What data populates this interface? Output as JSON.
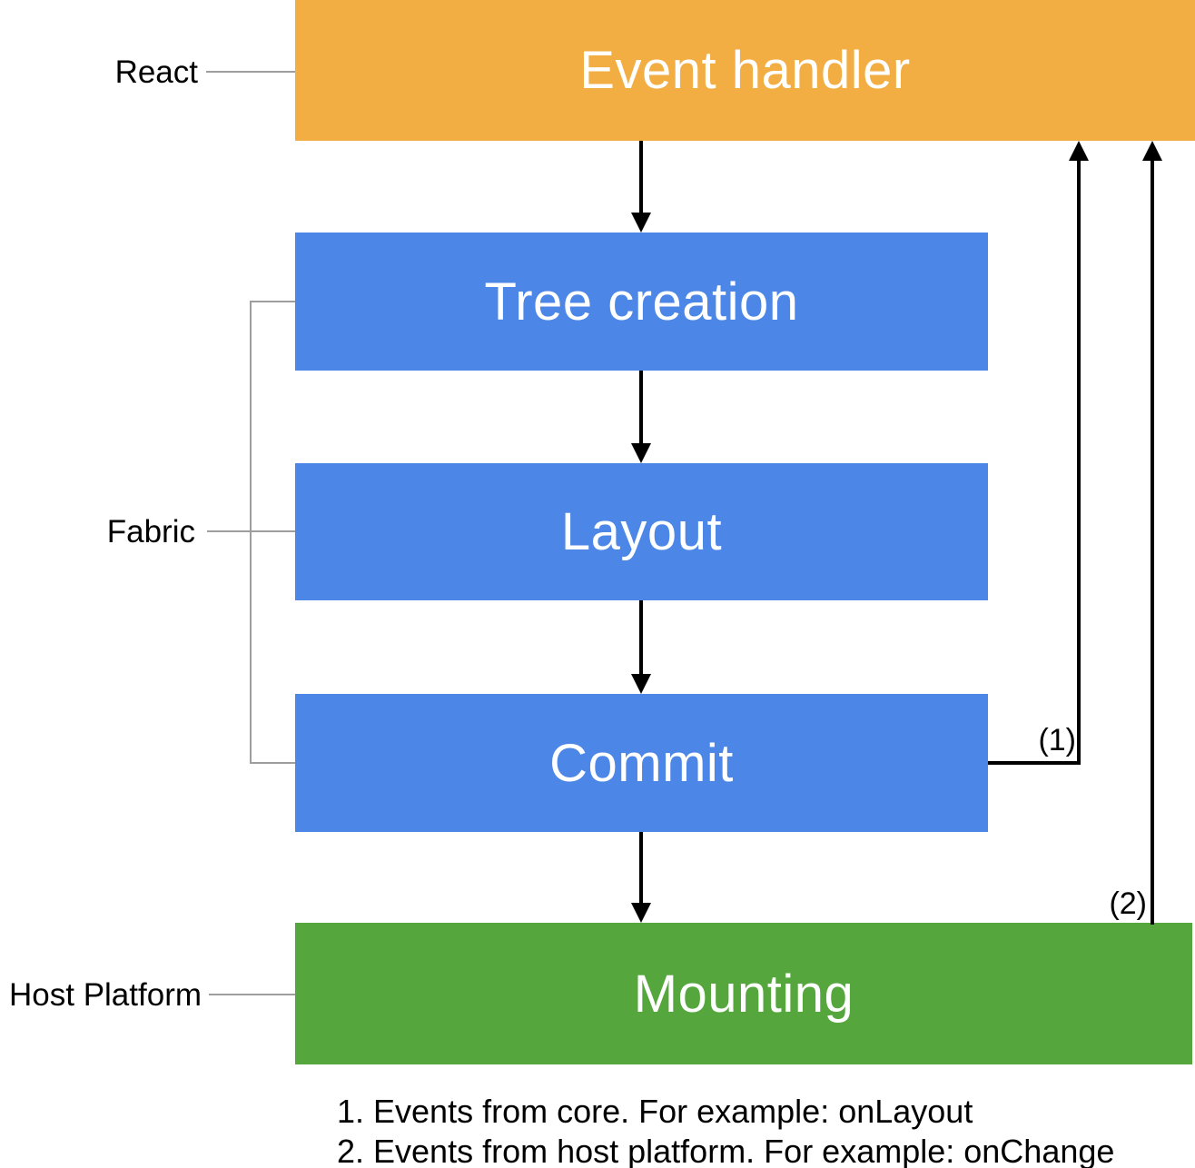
{
  "diagram": {
    "title_semantics": "React Native Fabric render pipeline",
    "group_labels": {
      "react": "React",
      "fabric": "Fabric",
      "host_platform": "Host Platform"
    },
    "boxes": {
      "event_handler": "Event handler",
      "tree_creation": "Tree creation",
      "layout": "Layout",
      "commit": "Commit",
      "mounting": "Mounting"
    },
    "arrow_refs": {
      "from_commit": "(1)",
      "from_mounting": "(2)"
    },
    "footnotes": [
      "1. Events from core. For example: onLayout",
      "2. Events from host platform. For example: onChange"
    ]
  },
  "colors": {
    "react_orange": "#F2AE43",
    "fabric_blue": "#4C87E8",
    "host_green": "#55A63C",
    "arrow_black": "#000000",
    "connector_gray": "#9E9E9E",
    "box_text_white": "#FFFFFF",
    "label_black": "#000000"
  }
}
